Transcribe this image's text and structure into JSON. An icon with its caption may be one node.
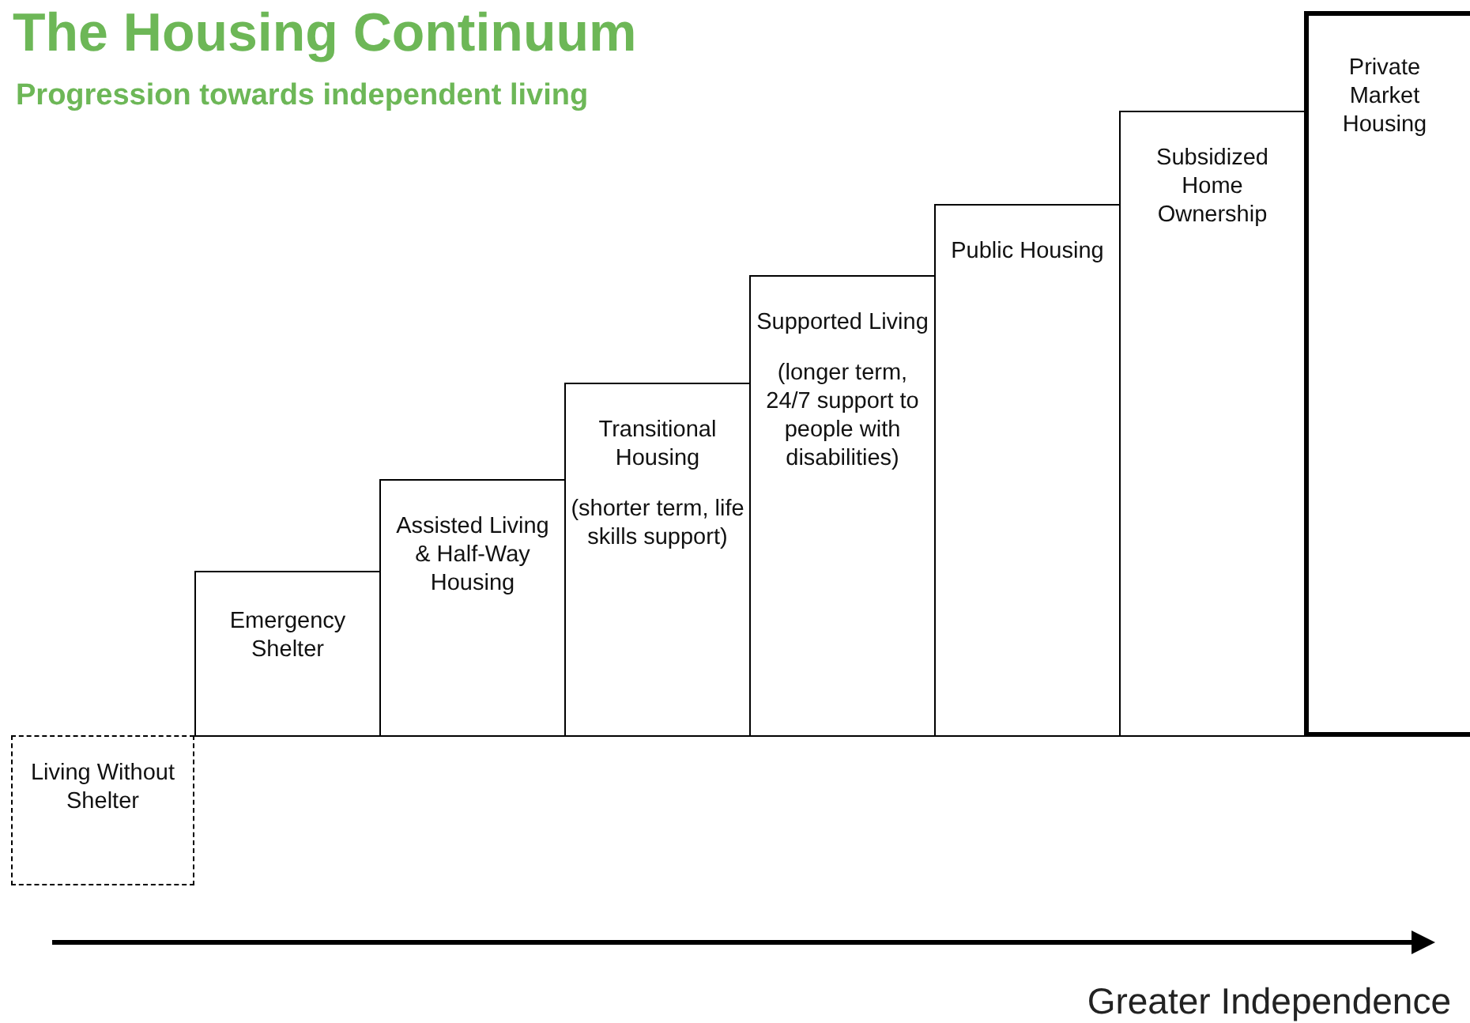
{
  "diagram": {
    "title": "The Housing Continuum",
    "nodes": [
      {
        "text": [
          "Living Without Shelter"
        ]
      },
      {
        "text": [
          "Emergency Shelter"
        ]
      },
      {
        "text": [
          "Assisted Living & Half-Way Housing"
        ]
      },
      {
        "text": [
          "Transitional Housing",
          "(shorter term, life skills support)"
        ]
      },
      {
        "text": [
          "Supported Living",
          "(longer term, 24/7 support to people with disabilities)"
        ]
      },
      {
        "text": [
          "Public Housing"
        ]
      },
      {
        "text": [
          "Subsidized Home Ownership"
        ]
      },
      {
        "text": [
          "Private Market Housing"
        ]
      }
    ],
    "edges": [],
    "labels": [
      "Progression towards independent living",
      "Greater Independence"
    ]
  }
}
